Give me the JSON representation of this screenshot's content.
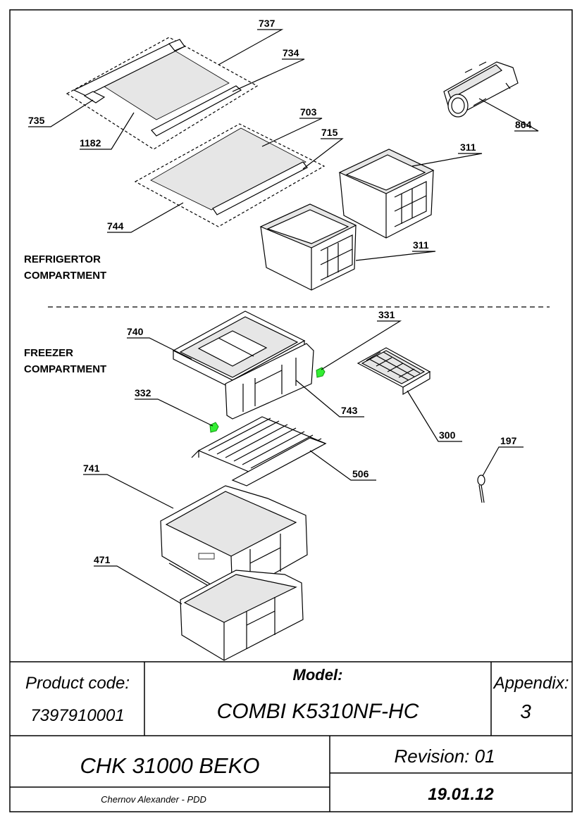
{
  "callouts": {
    "c737": "737",
    "c734": "734",
    "c735": "735",
    "c1182": "1182",
    "c703": "703",
    "c715": "715",
    "c744": "744",
    "c864": "864",
    "c311a": "311",
    "c311b": "311",
    "c331": "331",
    "c740": "740",
    "c332": "332",
    "c743": "743",
    "c300": "300",
    "c197": "197",
    "c741": "741",
    "c506": "506",
    "c471": "471"
  },
  "sections": {
    "refrigerator_line1": "REFRIGERTOR",
    "refrigerator_line2": "COMPARTMENT",
    "freezer_line1": "FREEZER",
    "freezer_line2": "COMPARTMENT"
  },
  "title_block": {
    "product_code_label": "Product code:",
    "product_code_value": "7397910001",
    "model_label": "Model:",
    "model_value": "COMBI K5310NF-HC",
    "appendix_label": "Appendix:",
    "appendix_value": "3",
    "chassis": "CHK 31000 BEKO",
    "revision": "Revision: 01",
    "author": "Chernov Alexander - PDD",
    "date": "19.01.12"
  },
  "colors": {
    "line": "#000000",
    "highlight": "#33ee33"
  }
}
